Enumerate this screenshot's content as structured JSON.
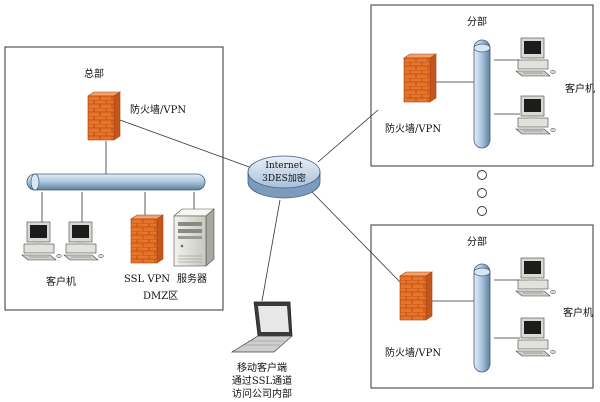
{
  "hq": {
    "title": "总部",
    "firewall_label": "防火墙/VPN",
    "client_label": "客户机",
    "ssl_vpn_label": "SSL VPN",
    "server_label": "服务器",
    "dmz_label": "DMZ区"
  },
  "internet": {
    "line1": "Internet",
    "line2": "3DES加密"
  },
  "branch_top": {
    "title": "分部",
    "firewall_label": "防火墙/VPN",
    "client_label": "客户机"
  },
  "branch_bottom": {
    "title": "分部",
    "firewall_label": "防火墙/VPN",
    "client_label": "客户机"
  },
  "mobile": {
    "line1": "移动客户端",
    "line2": "通过SSL通道",
    "line3": "访问公司内部"
  },
  "colors": {
    "firewall": "#e8742a",
    "bus": "#a9c4dc",
    "internet_disk": "#b8cde3"
  }
}
